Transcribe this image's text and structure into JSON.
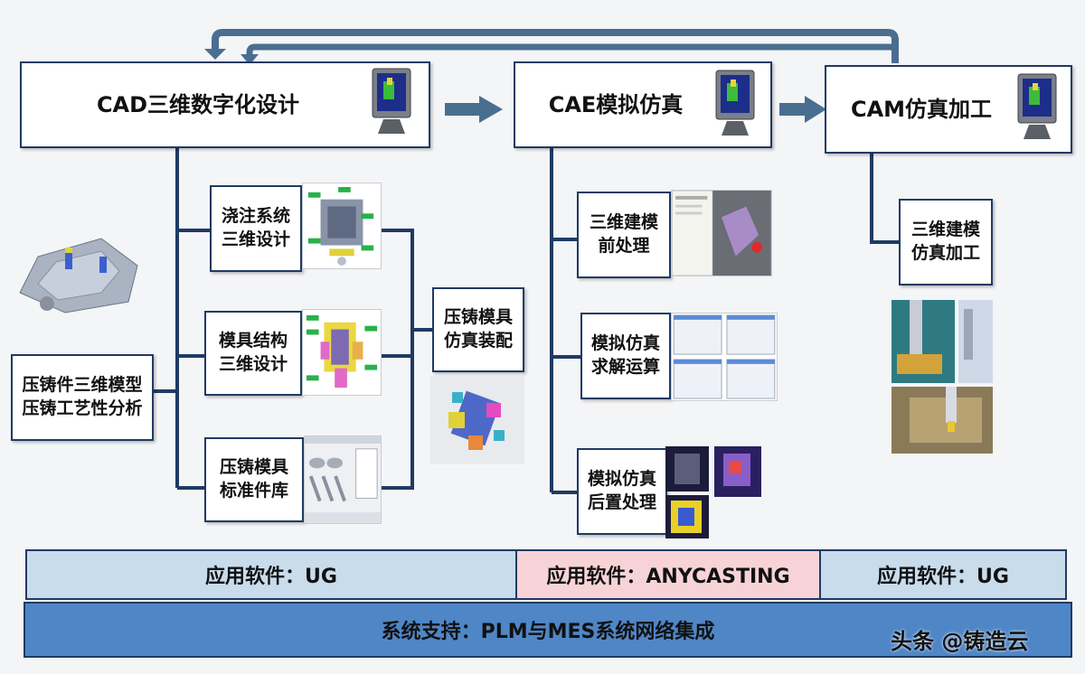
{
  "header": {
    "cad": "CAD三维数字化设计",
    "cae": "CAE模拟仿真",
    "cam": "CAM仿真加工"
  },
  "cad_steps": {
    "gating": [
      "浇注系统",
      "三维设计"
    ],
    "mold_structure": [
      "模具结构",
      "三维设计"
    ],
    "standard_parts": [
      "压铸模具",
      "标准件库"
    ],
    "assembly": [
      "压铸模具",
      "仿真装配"
    ],
    "casting_model": [
      "压铸件三维模型",
      "压铸工艺性分析"
    ]
  },
  "cae_steps": {
    "pre": [
      "三维建模",
      "前处理"
    ],
    "solve": [
      "模拟仿真",
      "求解运算"
    ],
    "post": [
      "模拟仿真",
      "后置处理"
    ]
  },
  "cam_steps": {
    "machining": [
      "三维建模",
      "仿真加工"
    ]
  },
  "software": {
    "left": "应用软件：UG",
    "middle": "应用软件：ANYCASTING",
    "right": "应用软件：UG",
    "system": "系统支持：PLM与MES系统网络集成"
  },
  "watermark": "头条 @铸造云",
  "colors": {
    "line": "#1f3b63",
    "arrow": "#4a6e8f",
    "bar_blue": "#c9dcec",
    "bar_pink": "#f7d3d8",
    "bar_system": "#4f86c6"
  }
}
